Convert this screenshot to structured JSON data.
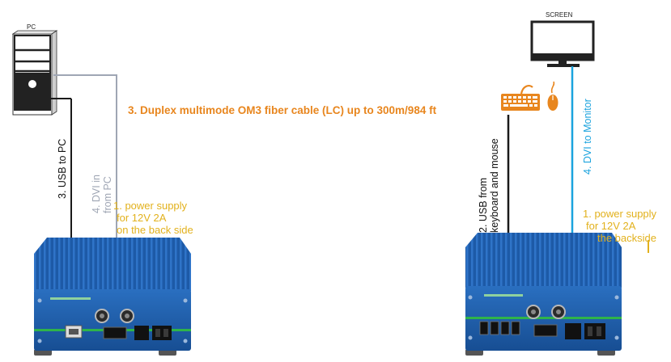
{
  "pc": {
    "label": "PC"
  },
  "screen": {
    "label": "SCREEN"
  },
  "fiber_label": "3. Duplex multimode OM3 fiber cable (LC) up to 300m/984 ft",
  "left": {
    "usb_label": "3. USB to PC",
    "dvi_label_line1": "4. DVI in",
    "dvi_label_line2": "from PC",
    "power_line1": "1. power supply",
    "power_line2": "for 12V 2A",
    "power_line3": "on the back side"
  },
  "right": {
    "usb_label_line1": "2. USB from",
    "usb_label_line2": "keyboard and mouse",
    "dvi_label": "4. DVI to Monitor",
    "power_line1": "1. power supply",
    "power_line2": "for 12V 2A",
    "power_line3": "the backside"
  },
  "colors": {
    "fiber_orange": "#e8861e",
    "power_yellow": "#e2b11c",
    "dvi_cyan": "#1aa3de",
    "dvi_grey": "#9fa6b4",
    "usb_black": "#1a1a1a",
    "device_blue": "#1f62b0",
    "device_green_stripe": "#2fb34a"
  },
  "icons": [
    "pc-tower-icon",
    "monitor-icon",
    "keyboard-icon",
    "mouse-icon",
    "kvm-transmitter",
    "kvm-receiver"
  ]
}
